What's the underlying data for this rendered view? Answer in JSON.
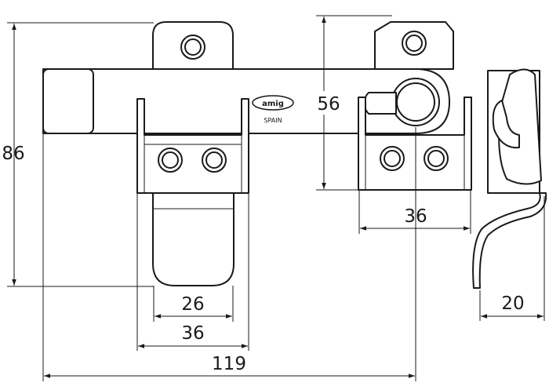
{
  "dimensions": {
    "height_total": "86",
    "height_upper": "56",
    "width_right_plate": "36",
    "width_inner_hasp": "26",
    "width_outer_hasp": "36",
    "width_total": "119",
    "depth_side": "20"
  },
  "logo": {
    "brand": "amig",
    "origin": "SPAIN"
  },
  "colors": {
    "line": "#1a1a1a",
    "fill": "#ffffff"
  }
}
